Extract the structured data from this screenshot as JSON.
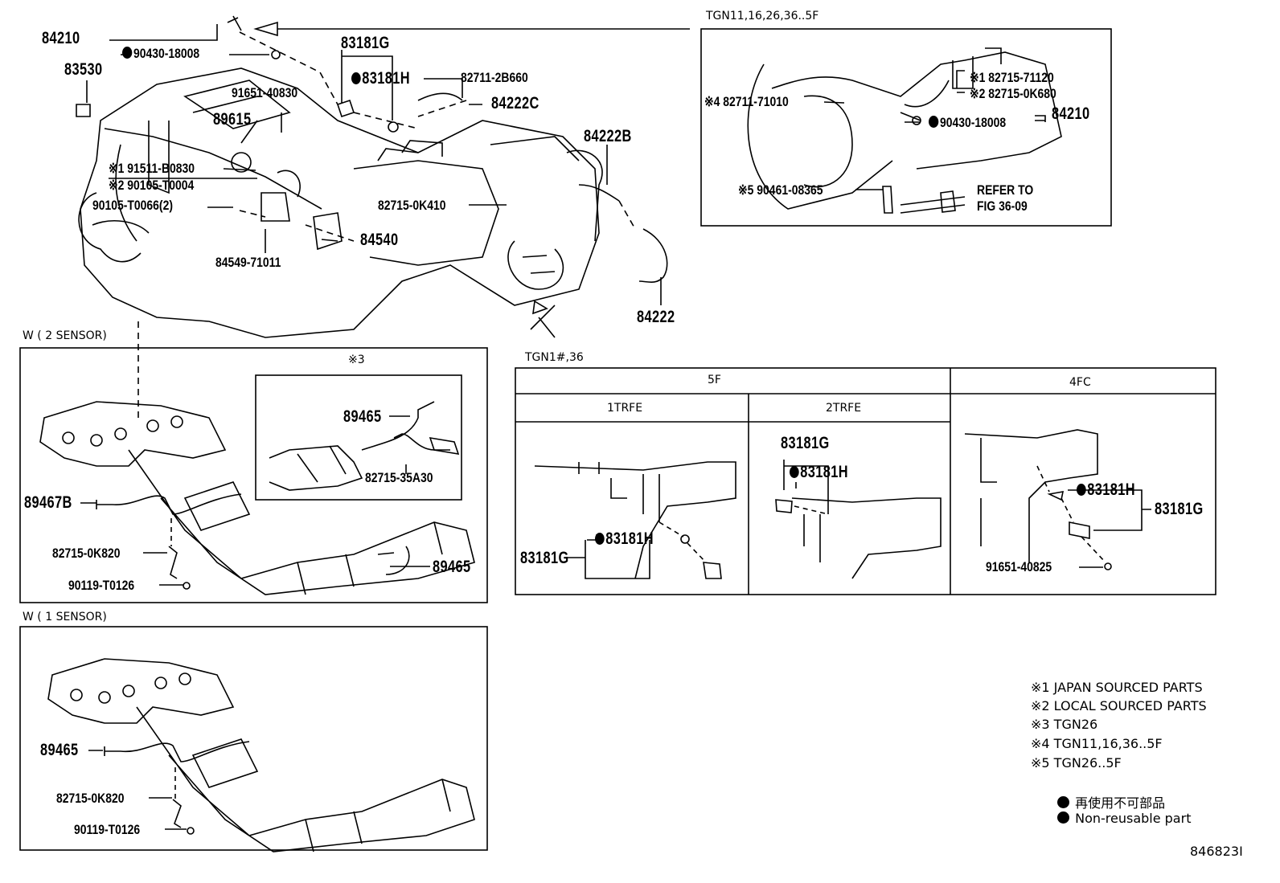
{
  "region_labels": {
    "tgn_5f": "TGN11,16,26,36..5F",
    "w2": "W ( 2 SENSOR)",
    "w1": "W ( 1 SENSOR)",
    "note3": "※3",
    "tgn1x": "TGN1#,36"
  },
  "table": {
    "h5f": "5F",
    "h4fc": "4FC",
    "h1trfe": "1TRFE",
    "h2trfe": "2TRFE"
  },
  "parts": {
    "p84210": "84210",
    "p90430a": "90430-18008",
    "p83530": "83530",
    "p83181g": "83181G",
    "p83181h": "83181H",
    "p82711_2b": "82711-2B660",
    "p84222c": "84222C",
    "p91651_830": "91651-40830",
    "p89615": "89615",
    "p91511": "※1 91511-B0830",
    "p90105_4": "※2 90105-T0004",
    "p90105_66": "90105-T0066(2)",
    "p84540": "84540",
    "p84549": "84549-71011",
    "p82715_0k410": "82715-0K410",
    "p84222b": "84222B",
    "p84222": "84222",
    "p82715_711": "※1 82715-71120",
    "p82715_0k680": "※2 82715-0K680",
    "p82711_710": "※4 82711-71010",
    "p90430b": "90430-18008",
    "p84210b": "84210",
    "p90461": "※5 90461-08365",
    "refer1": "REFER TO",
    "refer2": "FIG 36-09",
    "p89465_a": "89465",
    "p82715_35a": "82715-35A30",
    "p89467b": "89467B",
    "p82715_0k820a": "82715-0K820",
    "p90119a": "90119-T0126",
    "p89465_b": "89465",
    "p89465_c": "89465",
    "p82715_0k820b": "82715-0K820",
    "p90119b": "90119-T0126",
    "t_83181h_1": "83181H",
    "t_83181g_1": "83181G",
    "t_83181g_2": "83181G",
    "t_83181h_2": "83181H",
    "t_83181h_3": "83181H",
    "t_83181g_3": "83181G",
    "t_91651_825": "91651-40825"
  },
  "legend": {
    "n1": "※1 JAPAN SOURCED PARTS",
    "n2": "※2 LOCAL SOURCED PARTS",
    "n3": "※3  TGN26",
    "n4": "※4  TGN11,16,36..5F",
    "n5": "※5  TGN26..5F",
    "jp": "再使用不可部品",
    "en": "Non-reusable part"
  },
  "figure_id": "846823I"
}
